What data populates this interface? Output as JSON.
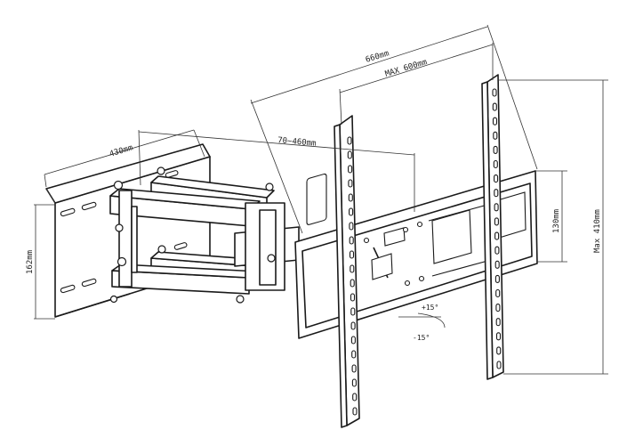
{
  "diagram": {
    "dimensions": {
      "overall_width": "660mm",
      "max_vesa_width": "MAX 600mm",
      "arm_extension": "430mm",
      "depth_range": "70~460mm",
      "wall_plate_height": "162mm",
      "bracket_height": "130mm",
      "max_vesa_height": "Max 410mm"
    },
    "tilt": {
      "up": "+15°",
      "down": "-15°"
    }
  }
}
